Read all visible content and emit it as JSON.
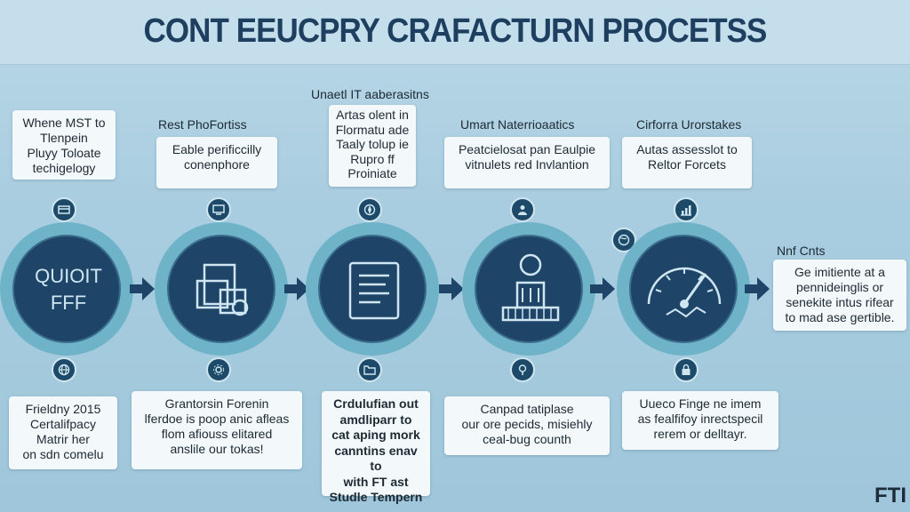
{
  "title": "CONT EEUCPRY CRAFACTURN PROCETSS",
  "steps": [
    {
      "heading": "",
      "top_box": [
        "Whene MST to",
        "Tlenpein",
        "Pluyy Toloate",
        "techigelogy"
      ],
      "circle_text": [
        "QUIOIT",
        "FFF"
      ],
      "bottom_box": [
        "Frieldny 2015",
        "Certalifpacy",
        "Matrir her",
        "on sdn comelu"
      ]
    },
    {
      "heading": "Rest PhoFortiss",
      "top_box": [
        "Eable perificcilly",
        "conenphore"
      ],
      "bottom_box": [
        "Grantorsin Forenin",
        "lferdoe is poop anic afleas",
        "flom afiouss elitared",
        "anslile our tokas!"
      ]
    },
    {
      "heading": "Unaetl IT aaberasitns",
      "top_box": [
        "Artas olent in",
        "Flormatu ade",
        "Taaly tolup ie",
        "Rupro ff",
        "Proiniate"
      ],
      "bottom_box": [
        "Crdulufian out",
        "amdliparr to",
        "cat aping mork",
        "canntins enav to",
        "with FT ast",
        "Studle Tempern"
      ]
    },
    {
      "heading": "Umart Naterrioaatics",
      "top_box": [
        "Peatcielosat pan Eaulpie",
        "vitnulets red Invlantion"
      ],
      "bottom_box": [
        "Canpad tatiplase",
        "our ore pecids, misiehly",
        "ceal-bug counth"
      ]
    },
    {
      "heading": "Cirforra Urorstakes",
      "top_box": [
        "Autas assesslot to",
        "Reltor Forcets"
      ],
      "bottom_box": [
        "Uueco Finge ne imem",
        "as fealfifoy inrectspecil",
        "rerem or delltayr."
      ]
    }
  ],
  "final": {
    "heading": "Nnf Cnts",
    "box": [
      "Ge imitiente at a",
      "pennideinglis or",
      "senekite intus rifear",
      "to mad ase gertible."
    ]
  },
  "logo": "FTI",
  "colors": {
    "accent": "#1e4568",
    "ring": "#6fb3c9",
    "background": "#a9cde0",
    "title": "#1e3f60"
  },
  "icons": [
    "card-icon",
    "monitor-icon",
    "globe-icon",
    "gear-icon",
    "chart-icon",
    "document-icon",
    "folder-icon",
    "lightbulb-icon",
    "gauge-icon"
  ]
}
